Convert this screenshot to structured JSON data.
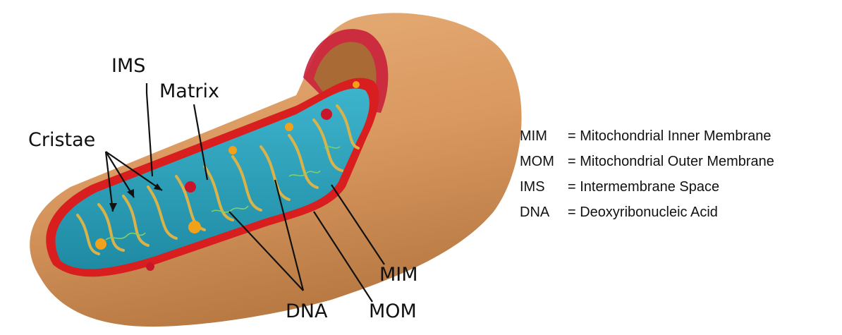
{
  "labels": {
    "ims": "IMS",
    "matrix": "Matrix",
    "cristae": "Cristae",
    "dna": "DNA",
    "mim": "MIM",
    "mom": "MOM"
  },
  "legend": [
    {
      "abbr": "MIM",
      "definition": "= Mitochondrial Inner Membrane"
    },
    {
      "abbr": "MOM",
      "definition": "= Mitochondrial Outer Membrane"
    },
    {
      "abbr": "IMS",
      "definition": "= Intermembrane Space"
    },
    {
      "abbr": "DNA",
      "definition": "= Deoxyribonucleic Acid"
    }
  ],
  "colors": {
    "outer_membrane": "#D9985F",
    "outer_shade": "#A96A36",
    "inner_membrane": "#D81E1E",
    "matrix": "#2A9FB8",
    "cristae": "#D9B34A",
    "ribosome": "#C8152A",
    "granule": "#F2A21A",
    "dna": "#7FD06B"
  }
}
